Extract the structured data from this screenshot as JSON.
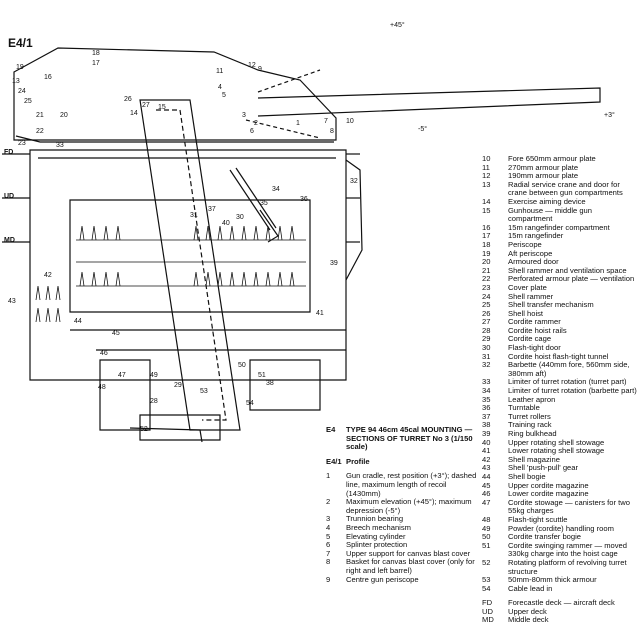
{
  "figure_label": "E4/1",
  "deck_labels": [
    "FD",
    "UD",
    "MD"
  ],
  "angle_labels": [
    "+45°",
    "+3°",
    "-5°"
  ],
  "callout_numbers": [
    "19",
    "16",
    "18",
    "17",
    "11",
    "12",
    "9",
    "10",
    "4",
    "5",
    "6",
    "24",
    "25",
    "26",
    "27",
    "21",
    "20",
    "22",
    "23",
    "33",
    "3",
    "2",
    "1",
    "15",
    "14",
    "13",
    "7",
    "8",
    "32",
    "36",
    "35",
    "34",
    "37",
    "31",
    "30",
    "40",
    "39",
    "41",
    "42",
    "43",
    "44",
    "45",
    "46",
    "47",
    "48",
    "49",
    "50",
    "51",
    "52",
    "53",
    "28",
    "29",
    "38",
    "54"
  ],
  "left_legend": {
    "code": "E4",
    "title": "TYPE 94 46cm 45cal MOUNTING — SECTIONS OF TURRET No 3 (1/150 scale)",
    "sub_code": "E4/1",
    "sub_title": "Profile",
    "items": [
      {
        "num": "1",
        "text": "Gun cradle, rest position (+3°); dashed line, maximum length of recoil (1430mm)"
      },
      {
        "num": "2",
        "text": "Maximum elevation (+45°); maximum depression (-5°)"
      },
      {
        "num": "3",
        "text": "Trunnion bearing"
      },
      {
        "num": "4",
        "text": "Breech mechanism"
      },
      {
        "num": "5",
        "text": "Elevating cylinder"
      },
      {
        "num": "6",
        "text": "Splinter protection"
      },
      {
        "num": "7",
        "text": "Upper support for canvas blast cover"
      },
      {
        "num": "8",
        "text": "Basket for canvas blast cover (only for right and left barrel)"
      },
      {
        "num": "9",
        "text": "Centre gun periscope"
      }
    ]
  },
  "right_legend": {
    "items": [
      {
        "num": "10",
        "text": "Fore 650mm armour plate"
      },
      {
        "num": "11",
        "text": "270mm armour plate"
      },
      {
        "num": "12",
        "text": "190mm armour plate"
      },
      {
        "num": "13",
        "text": "Radial service crane and door for crane between gun compartments"
      },
      {
        "num": "14",
        "text": "Exercise aiming device"
      },
      {
        "num": "15",
        "text": "Gunhouse — middle gun compartment"
      },
      {
        "num": "16",
        "text": "15m rangefinder compartment"
      },
      {
        "num": "17",
        "text": "15m rangefinder"
      },
      {
        "num": "18",
        "text": "Periscope"
      },
      {
        "num": "19",
        "text": "Aft periscope"
      },
      {
        "num": "20",
        "text": "Armoured door"
      },
      {
        "num": "21",
        "text": "Shell rammer and ventilation space"
      },
      {
        "num": "22",
        "text": "Perforated armour plate — ventilation"
      },
      {
        "num": "23",
        "text": "Cover plate"
      },
      {
        "num": "24",
        "text": "Shell rammer"
      },
      {
        "num": "25",
        "text": "Shell transfer mechanism"
      },
      {
        "num": "26",
        "text": "Shell hoist"
      },
      {
        "num": "27",
        "text": "Cordite rammer"
      },
      {
        "num": "28",
        "text": "Cordite hoist rails"
      },
      {
        "num": "29",
        "text": "Cordite cage"
      },
      {
        "num": "30",
        "text": "Flash-tight door"
      },
      {
        "num": "31",
        "text": "Cordite hoist flash-tight tunnel"
      },
      {
        "num": "32",
        "text": "Barbette (440mm fore, 560mm side, 380mm aft)"
      },
      {
        "num": "33",
        "text": "Limiter of turret rotation (turret part)"
      },
      {
        "num": "34",
        "text": "Limiter of turret rotation (barbette part)"
      },
      {
        "num": "35",
        "text": "Leather apron"
      },
      {
        "num": "36",
        "text": "Turntable"
      },
      {
        "num": "37",
        "text": "Turret rollers"
      },
      {
        "num": "38",
        "text": "Training rack"
      },
      {
        "num": "39",
        "text": "Ring bulkhead"
      },
      {
        "num": "40",
        "text": "Upper rotating shell stowage"
      },
      {
        "num": "41",
        "text": "Lower rotating shell stowage"
      },
      {
        "num": "42",
        "text": "Shell magazine"
      },
      {
        "num": "43",
        "text": "Shell 'push-pull' gear"
      },
      {
        "num": "44",
        "text": "Shell bogie"
      },
      {
        "num": "45",
        "text": "Upper cordite magazine"
      },
      {
        "num": "46",
        "text": "Lower cordite magazine"
      },
      {
        "num": "47",
        "text": "Cordite stowage — canisters for two 55kg charges"
      },
      {
        "num": "48",
        "text": "Flash-tight scuttle"
      },
      {
        "num": "49",
        "text": "Powder (cordite) handling room"
      },
      {
        "num": "50",
        "text": "Cordite transfer bogie"
      },
      {
        "num": "51",
        "text": "Cordite swinging rammer — moved 330kg charge into the hoist cage"
      },
      {
        "num": "52",
        "text": "Rotating platform of revolving turret structure"
      },
      {
        "num": "53",
        "text": "50mm-80mm thick armour"
      },
      {
        "num": "54",
        "text": "Cable lead in"
      }
    ],
    "deck_items": [
      {
        "num": "FD",
        "text": "Forecastle deck — aircraft deck"
      },
      {
        "num": "UD",
        "text": "Upper deck"
      },
      {
        "num": "MD",
        "text": "Middle deck"
      }
    ]
  }
}
